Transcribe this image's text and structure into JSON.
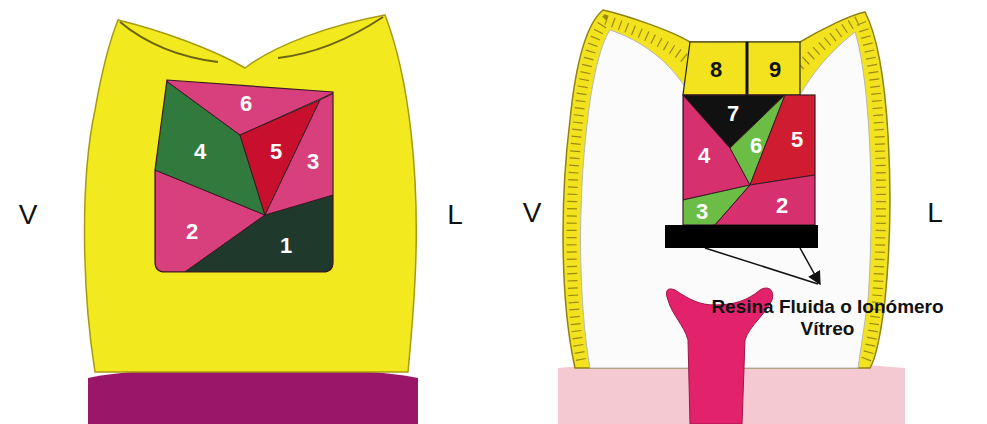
{
  "diagram": {
    "labels": [
      "V",
      "L",
      "6",
      "4",
      "5",
      "3",
      "2",
      "1",
      "V",
      "L",
      "8",
      "9",
      "7",
      "4",
      "6",
      "5",
      "3",
      "2",
      "Resina Fluida o Ionómero Vítreo"
    ]
  }
}
